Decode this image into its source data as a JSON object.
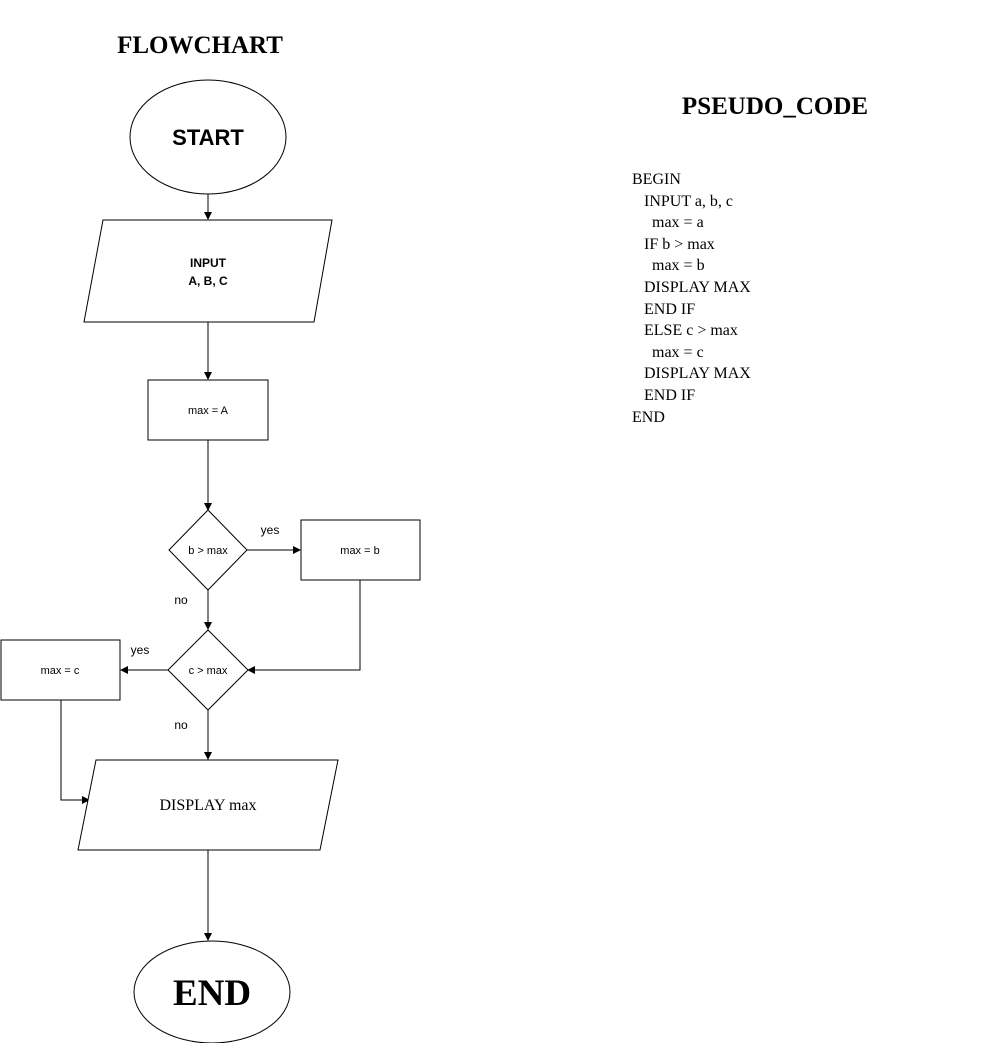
{
  "titles": {
    "flowchart": "FLOWCHART",
    "pseudocode": "PSEUDO_CODE"
  },
  "nodes": {
    "start": "START",
    "input_line1": "INPUT",
    "input_line2": "A, B, C",
    "assign_a": "max = A",
    "decision_b": "b > max",
    "assign_b": "max = b",
    "decision_c": "c > max",
    "assign_c": "max = c",
    "display": "DISPLAY max",
    "end": "END"
  },
  "edge_labels": {
    "b_yes": "yes",
    "b_no": "no",
    "c_yes": "yes",
    "c_no": "no"
  },
  "pseudocode": [
    "BEGIN",
    "   INPUT a, b, c",
    "     max = a",
    "   IF b > max",
    "     max = b",
    "   DISPLAY MAX",
    "   END IF",
    "   ELSE c > max",
    "     max = c",
    "   DISPLAY MAX",
    "   END IF",
    "END"
  ]
}
